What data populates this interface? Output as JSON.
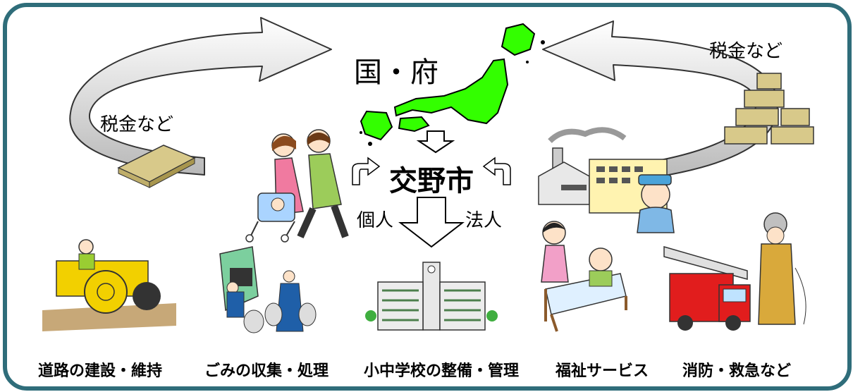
{
  "top": {
    "label": "国・府"
  },
  "city": {
    "label": "交野市"
  },
  "flows": {
    "tax_left": "税金など",
    "tax_right": "税金など",
    "individual": "個人",
    "corporation": "法人"
  },
  "services": [
    {
      "label": "道路の建設・維持"
    },
    {
      "label": "ごみの収集・処理"
    },
    {
      "label": "小中学校の整備・管理"
    },
    {
      "label": "福祉サービス"
    },
    {
      "label": "消防・救急など"
    }
  ],
  "colors": {
    "frame": "#2f6d7a",
    "japan": "#33ff00",
    "money": "#d8c98a"
  }
}
